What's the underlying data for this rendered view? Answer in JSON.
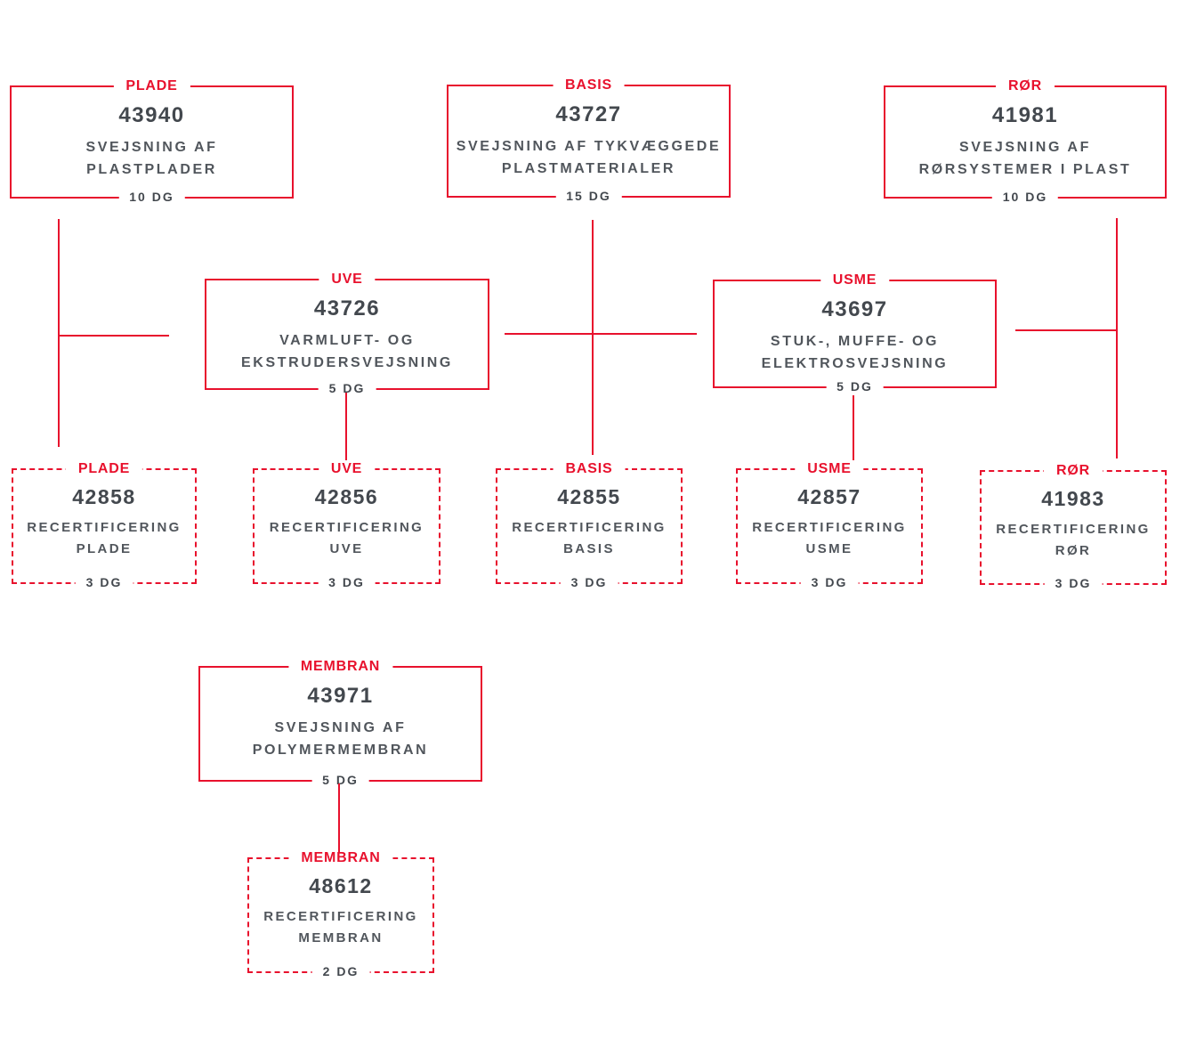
{
  "diagram": {
    "description_tags": [
      "PLADE",
      "BASIS",
      "RØR",
      "UVE",
      "USME",
      "MEMBRAN"
    ],
    "colors": {
      "accent_red": "#e8112d",
      "code_text": "#43484e",
      "title_text": "#51565c",
      "background": "#ffffff"
    }
  },
  "boxes": [
    {
      "tag": "PLADE",
      "code": "43940",
      "title1": "SVEJSNING AF",
      "title2": "PLASTPLADER",
      "duration": "10 DG",
      "variant": "course"
    },
    {
      "tag": "BASIS",
      "code": "43727",
      "title1": "SVEJSNING AF TYKVÆGGEDE",
      "title2": "PLASTMATERIALER",
      "duration": "15 DG",
      "variant": "course"
    },
    {
      "tag": "RØR",
      "code": "41981",
      "title1": "SVEJSNING AF",
      "title2": "RØRSYSTEMER I PLAST",
      "duration": "10 DG",
      "variant": "course"
    },
    {
      "tag": "UVE",
      "code": "43726",
      "title1": "VARMLUFT- OG",
      "title2": "EKSTRUDERSVEJSNING",
      "duration": "5 DG",
      "variant": "course"
    },
    {
      "tag": "USME",
      "code": "43697",
      "title1": "STUK-, MUFFE- OG",
      "title2": "ELEKTROSVEJSNING",
      "duration": "5 DG",
      "variant": "course"
    },
    {
      "tag": "PLADE",
      "code": "42858",
      "title1": "RECERTIFICERING",
      "title2": "PLADE",
      "duration": "3 DG",
      "variant": "recertification"
    },
    {
      "tag": "UVE",
      "code": "42856",
      "title1": "RECERTIFICERING",
      "title2": "UVE",
      "duration": "3 DG",
      "variant": "recertification"
    },
    {
      "tag": "BASIS",
      "code": "42855",
      "title1": "RECERTIFICERING",
      "title2": "BASIS",
      "duration": "3 DG",
      "variant": "recertification"
    },
    {
      "tag": "USME",
      "code": "42857",
      "title1": "RECERTIFICERING",
      "title2": "USME",
      "duration": "3 DG",
      "variant": "recertification"
    },
    {
      "tag": "RØR",
      "code": "41983",
      "title1": "RECERTIFICERING",
      "title2": "RØR",
      "duration": "3 DG",
      "variant": "recertification"
    },
    {
      "tag": "MEMBRAN",
      "code": "43971",
      "title1": "SVEJSNING AF",
      "title2": "POLYMERMEMBRAN",
      "duration": "5 DG",
      "variant": "course"
    },
    {
      "tag": "MEMBRAN",
      "code": "48612",
      "title1": "RECERTIFICERING",
      "title2": "MEMBRAN",
      "duration": "2 DG",
      "variant": "recertification"
    }
  ]
}
